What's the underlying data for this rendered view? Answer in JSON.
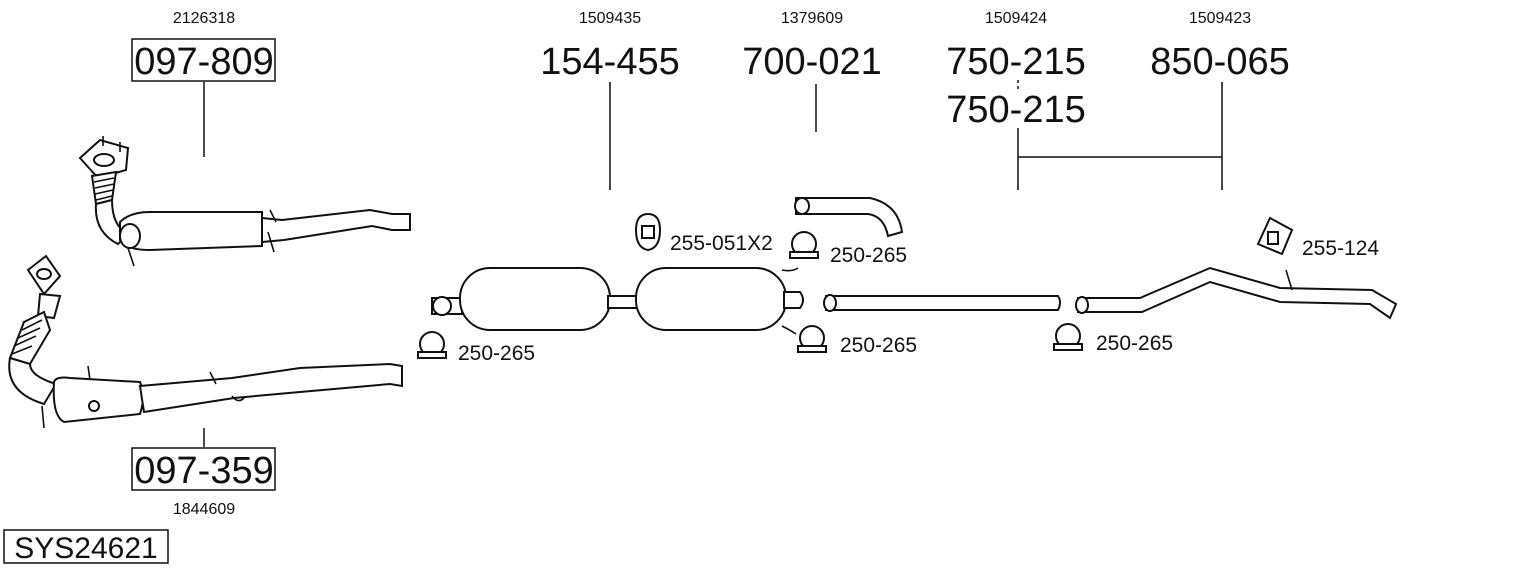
{
  "diagram": {
    "system_code": "SYS24621",
    "parts": [
      {
        "id": "front-cat-upper",
        "part_number": "097-809",
        "oe_number": "2126318",
        "boxed": true
      },
      {
        "id": "front-cat-lower",
        "part_number": "097-359",
        "oe_number": "1844609",
        "boxed": true
      },
      {
        "id": "center-silencer",
        "part_number": "154-455",
        "oe_number": "1509435",
        "boxed": false
      },
      {
        "id": "tail-pipe-end",
        "part_number": "700-021",
        "oe_number": "1379609",
        "boxed": false
      },
      {
        "id": "intermediate-pipe-a",
        "part_number": "750-215",
        "oe_number": "1509424",
        "boxed": false
      },
      {
        "id": "intermediate-pipe-b",
        "part_number": "750-215",
        "oe_number": "",
        "boxed": false
      },
      {
        "id": "rear-pipe",
        "part_number": "850-065",
        "oe_number": "1509423",
        "boxed": false
      }
    ],
    "accessories": [
      {
        "id": "hanger-center",
        "label": "255-051X2",
        "icon": "rubber-hanger-icon"
      },
      {
        "id": "hanger-rear",
        "label": "255-124",
        "icon": "rubber-hanger-icon"
      },
      {
        "id": "clamp-1",
        "label": "250-265",
        "icon": "clamp-icon"
      },
      {
        "id": "clamp-2",
        "label": "250-265",
        "icon": "clamp-icon"
      },
      {
        "id": "clamp-3",
        "label": "250-265",
        "icon": "clamp-icon"
      },
      {
        "id": "clamp-4",
        "label": "250-265",
        "icon": "clamp-icon"
      }
    ]
  }
}
